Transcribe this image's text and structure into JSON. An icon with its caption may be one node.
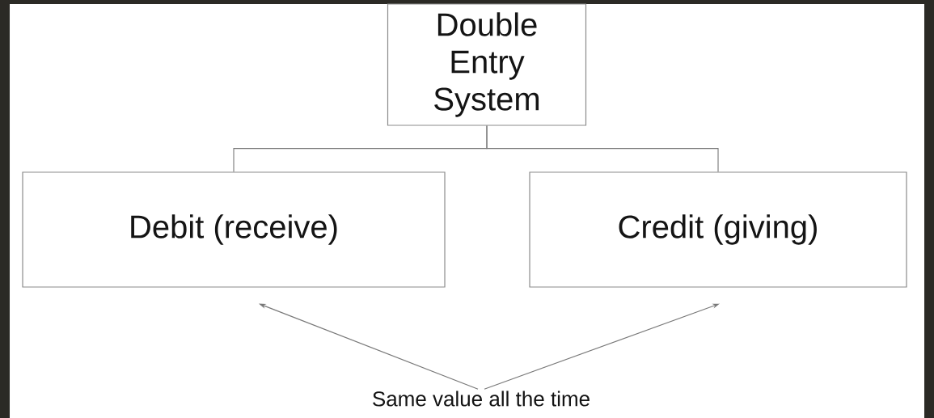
{
  "diagram": {
    "nodes": [
      {
        "text": [
          "Double Entry System"
        ]
      },
      {
        "text": [
          "Debit (receive)"
        ]
      },
      {
        "text": [
          "Credit (giving)"
        ]
      },
      {
        "text": [
          "Same value all the time"
        ]
      }
    ],
    "edges": [
      {
        "from": 0,
        "to": 1,
        "arrow": "none"
      },
      {
        "from": 0,
        "to": 2,
        "arrow": "none"
      },
      {
        "from": 3,
        "to": 1,
        "arrow": "to"
      },
      {
        "from": 3,
        "to": 2,
        "arrow": "to"
      }
    ]
  }
}
